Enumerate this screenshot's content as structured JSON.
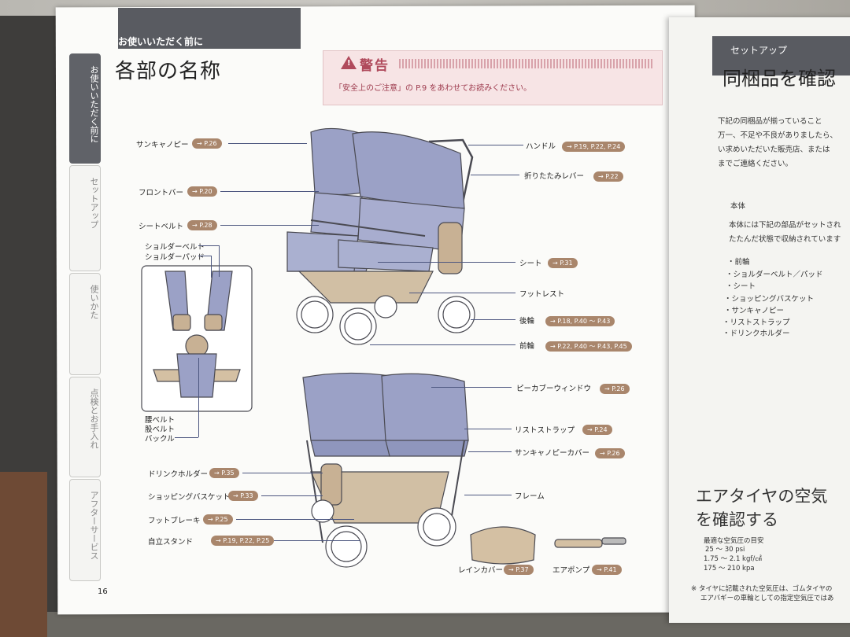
{
  "header": {
    "section_tab": "お使いいただく前に",
    "title": "各部の名称",
    "page_number": "16"
  },
  "side_tabs": [
    "お使いいただく前に",
    "セットアップ",
    "使いかた",
    "点検とお手入れ",
    "アフターサービス"
  ],
  "warning": {
    "title": "警告",
    "text": "「安全上のご注意」の P.9 をあわせてお読みください。"
  },
  "parts_left": [
    {
      "name": "サンキャノピー",
      "ref": "→ P.26"
    },
    {
      "name": "フロントバー",
      "ref": "→ P.20"
    },
    {
      "name": "シートベルト",
      "ref": "→ P.28"
    },
    {
      "name": "ショルダーベルト"
    },
    {
      "name": "ショルダーパッド"
    },
    {
      "name": "腰ベルト"
    },
    {
      "name": "股ベルト"
    },
    {
      "name": "バックル"
    },
    {
      "name": "ドリンクホルダー",
      "ref": "→ P.35"
    },
    {
      "name": "ショッピングバスケット",
      "ref": "→ P.33"
    },
    {
      "name": "フットブレーキ",
      "ref": "→ P.25"
    },
    {
      "name": "自立スタンド",
      "ref": "→ P.19, P.22, P.25"
    }
  ],
  "parts_right": [
    {
      "name": "ハンドル",
      "ref": "→ P.19, P.22, P.24"
    },
    {
      "name": "折りたたみレバー",
      "ref": "→ P.22"
    },
    {
      "name": "シート",
      "ref": "→ P.31"
    },
    {
      "name": "フットレスト"
    },
    {
      "name": "後輪",
      "ref": "→ P.18, P.40 〜 P.43"
    },
    {
      "name": "前輪",
      "ref": "→ P.22, P.40 〜 P.43, P.45"
    },
    {
      "name": "ピーカブーウィンドウ",
      "ref": "→ P.26"
    },
    {
      "name": "リストストラップ",
      "ref": "→ P.24"
    },
    {
      "name": "サンキャノピーカバー",
      "ref": "→ P.26"
    },
    {
      "name": "フレーム"
    }
  ],
  "accessories": [
    {
      "name": "レインカバー",
      "ref": "→ P.37"
    },
    {
      "name": "エアポンプ",
      "ref": "→ P.41"
    }
  ],
  "right_page": {
    "section_tab": "セットアップ",
    "title": "同梱品を確認",
    "intro": [
      "下記の同梱品が揃っていること",
      "万一、不足や不良がありましたら、",
      "い求めいただいた販売店、または",
      "までご連絡ください。"
    ],
    "body_label": "本体",
    "body_text": [
      "本体には下記の部品がセットされ",
      "たたんだ状態で収納されています"
    ],
    "items": [
      "・前輪",
      "・ショルダーベルト／パッド",
      "・シート",
      "・ショッピングバスケット",
      "・サンキャノピー",
      "・リストストラップ",
      "・ドリンクホルダー"
    ],
    "air_title": [
      "エアタイヤの空気",
      "を確認する"
    ],
    "pressure_label": "最適な空気圧の目安",
    "pressure_rows": [
      "25 〜 30 psi",
      "1.75 〜 2.1 kgf/㎠",
      "175 〜 210 kpa"
    ],
    "note": [
      "※ タイヤに記載された空気圧は、ゴムタイヤの",
      "エアバギーの車輪としての指定空気圧ではあ"
    ]
  }
}
